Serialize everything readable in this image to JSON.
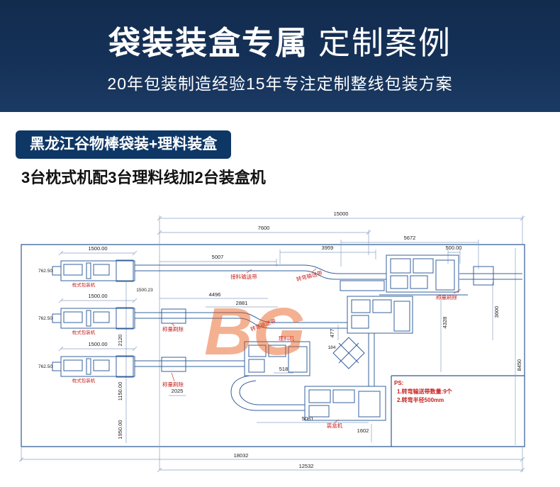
{
  "header": {
    "title_bold": "袋装装盒专属",
    "title_rest": "定制案例",
    "subtitle": "20年包装制造经验15年专注定制整线包装方案"
  },
  "content": {
    "badge": "黑龙江谷物棒袋装+理料装盒",
    "line_title": "3台枕式机配3台理料线加2台装盒机"
  },
  "colors": {
    "banner_navy": "#122c4e",
    "badge_navy": "#0e3766",
    "diagram_blue": "#34609c",
    "label_red": "#c8201d",
    "watermark_orange": "#e8550f"
  },
  "diagram": {
    "watermark": "BG",
    "dims": {
      "d15000": "15000",
      "d7600": "7600",
      "d5672": "5672",
      "d3959": "3959",
      "d5007": "5007",
      "d500": "500.00",
      "d1500": "1500.00",
      "d762": "762.50",
      "d1500_23": "1500.23",
      "d2120": "2120",
      "d1150": "1150.00",
      "d1950": "1950.00",
      "d2025": "2025",
      "d4496": "4496",
      "d2881": "2881",
      "d477": "477",
      "d184": "184",
      "d518": "518",
      "d4328": "4328",
      "d3600": "3600",
      "d8450": "8450",
      "d5081": "5081",
      "d1602": "1602",
      "d18032": "18032",
      "d12532": "12532"
    },
    "labels": {
      "pillow": "枕式包装机",
      "infeed": "接料输送带",
      "curve": "转弯输送带",
      "weigh": "称量刷除",
      "collator": "理料机",
      "cartoner": "装盒机"
    },
    "note": {
      "ps": "PS:",
      "line1": "1.转弯输送带数量:9个",
      "line2": "2.转弯半径500mm"
    }
  }
}
